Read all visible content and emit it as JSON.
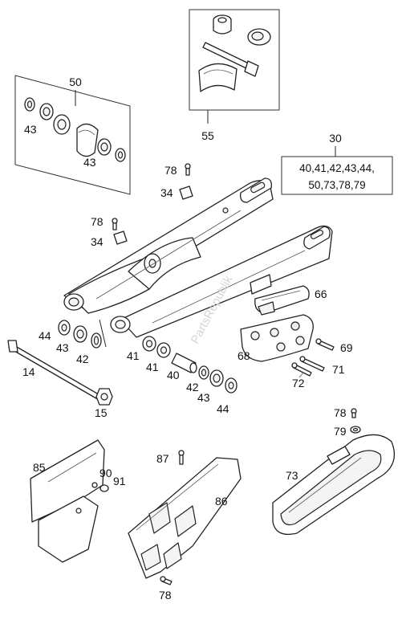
{
  "callouts": {
    "c50": "50",
    "c43a": "43",
    "c43b": "43",
    "c55": "55",
    "c30": "30",
    "c30_line1": "40,41,42,43,44,",
    "c30_line2": "50,73,78,79",
    "c78a": "78",
    "c34a": "34",
    "c78b": "78",
    "c34b": "34",
    "c66": "66",
    "c44a": "44",
    "c43c": "43",
    "c42a": "42",
    "c41a": "41",
    "c41b": "41",
    "c40": "40",
    "c42b": "42",
    "c43d": "43",
    "c44b": "44",
    "c68": "68",
    "c69": "69",
    "c71": "71",
    "c72": "72",
    "c14": "14",
    "c15": "15",
    "c78c": "78",
    "c79": "79",
    "c85": "85",
    "c90": "90",
    "c91": "91",
    "c87": "87",
    "c86": "86",
    "c73": "73",
    "c78d": "78"
  },
  "watermark": "PartsRepublik",
  "icons": [
    "swingarm-part",
    "bearing-part",
    "bolt-part",
    "chain-guide-part",
    "chain-slider-part",
    "chain-guard-part"
  ]
}
